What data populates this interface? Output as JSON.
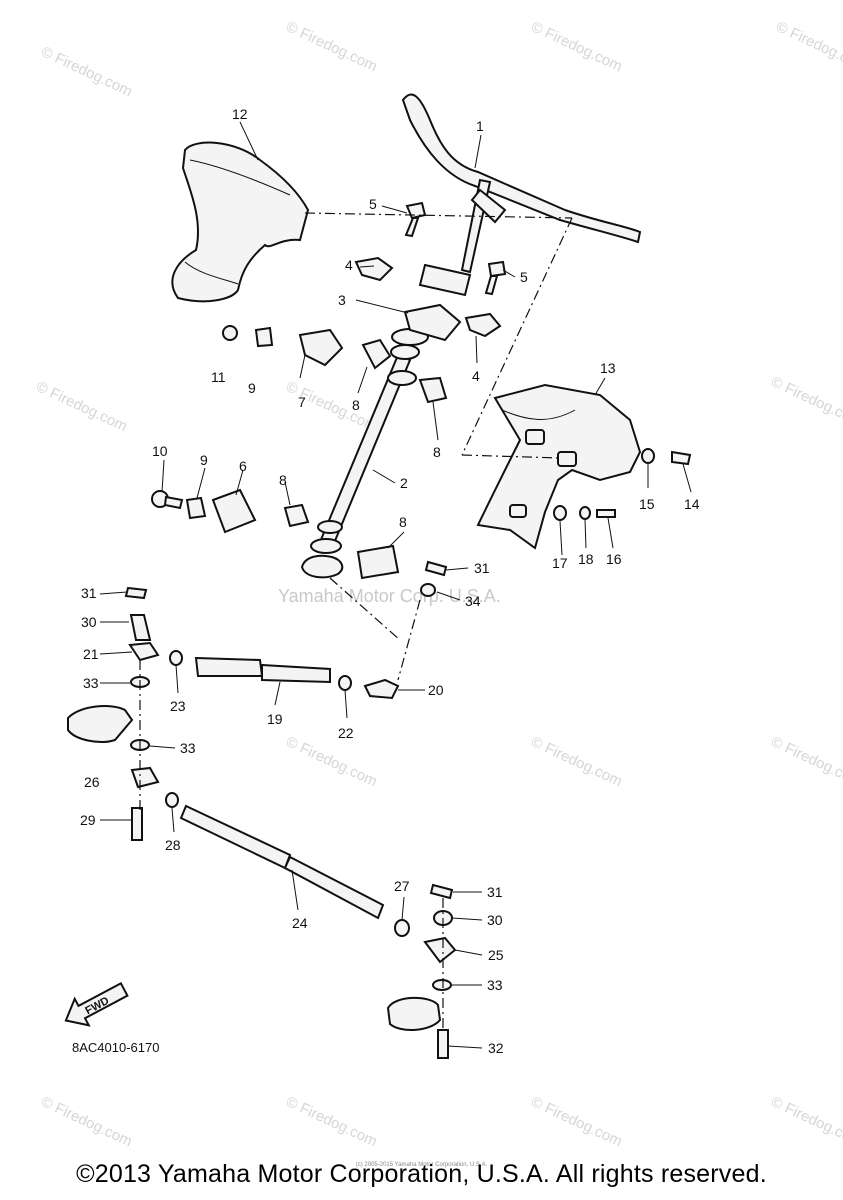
{
  "watermarks": {
    "firedog": "© Firedog.com",
    "yamaha": "Yamaha Motor Corp. U.S.A."
  },
  "callouts": [
    "1",
    "2",
    "3",
    "4",
    "4",
    "5",
    "5",
    "6",
    "7",
    "8",
    "8",
    "8",
    "8",
    "9",
    "9",
    "10",
    "11",
    "12",
    "13",
    "14",
    "15",
    "16",
    "17",
    "18",
    "19",
    "20",
    "21",
    "22",
    "23",
    "24",
    "25",
    "26",
    "27",
    "28",
    "29",
    "30",
    "30",
    "31",
    "31",
    "31",
    "32",
    "33",
    "33",
    "33",
    "34"
  ],
  "diagram_code": "8AC4010-6170",
  "fwd_label": "FWD",
  "footer": {
    "copyright": "©2013 Yamaha Motor Corporation, U.S.A. All rights reserved.",
    "small": "(c) 2005-2015 Yamaha Motor Corporation, U.S.A."
  }
}
